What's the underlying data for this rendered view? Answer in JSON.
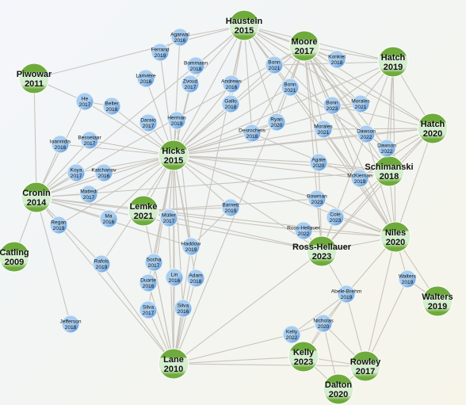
{
  "colors": {
    "edge": "#c9c4bd",
    "major_fill": "#d6eed0",
    "major_accent": "#6eab3c",
    "minor_fill": "#a9cdee",
    "minor_accent": "#4a8ad0",
    "label": "#111111"
  },
  "nodes": [
    {
      "id": "haustein2015",
      "label": [
        "Haustein",
        "2015"
      ],
      "kind": "major"
    },
    {
      "id": "moore2017",
      "label": [
        "Moore",
        "2017"
      ],
      "kind": "major"
    },
    {
      "id": "hatch2019",
      "label": [
        "Hatch",
        "2019"
      ],
      "kind": "major"
    },
    {
      "id": "hatch2020",
      "label": [
        "Hatch",
        "2020"
      ],
      "kind": "major"
    },
    {
      "id": "schimanski2018",
      "label": [
        "Schimanski",
        "2018"
      ],
      "kind": "major"
    },
    {
      "id": "niles2020",
      "label": [
        "Niles",
        "2020"
      ],
      "kind": "major"
    },
    {
      "id": "rosshellauer2023",
      "label": [
        "Ross-Hellauer",
        "2023"
      ],
      "kind": "major"
    },
    {
      "id": "hicks2015",
      "label": [
        "Hicks",
        "2015"
      ],
      "kind": "major"
    },
    {
      "id": "cronin2014",
      "label": [
        "Cronin",
        "2014"
      ],
      "kind": "major"
    },
    {
      "id": "piwowar2011",
      "label": [
        "Piwowar",
        "2011"
      ],
      "kind": "major"
    },
    {
      "id": "catling2009",
      "label": [
        "Catling",
        "2009"
      ],
      "kind": "major"
    },
    {
      "id": "lemke2021",
      "label": [
        "Lemke",
        "2021"
      ],
      "kind": "major"
    },
    {
      "id": "lane2010",
      "label": [
        "Lane",
        "2010"
      ],
      "kind": "major"
    },
    {
      "id": "kelly2023",
      "label": [
        "Kelly",
        "2023"
      ],
      "kind": "major"
    },
    {
      "id": "rowley2017",
      "label": [
        "Rowley",
        "2017"
      ],
      "kind": "major"
    },
    {
      "id": "dalton2020",
      "label": [
        "Dalton",
        "2020"
      ],
      "kind": "major"
    },
    {
      "id": "walters2019b",
      "label": [
        "Walters",
        "2019"
      ],
      "kind": "major"
    },
    {
      "id": "agarwal2016",
      "label": [
        "Agarwal",
        "2016"
      ],
      "kind": "minor"
    },
    {
      "id": "ferrand2019",
      "label": [
        "Ferrand",
        "2019"
      ],
      "kind": "minor"
    },
    {
      "id": "bommann2018",
      "label": [
        "Bommann",
        "2018"
      ],
      "kind": "minor"
    },
    {
      "id": "lariviere2016",
      "label": [
        "Larivière",
        "2016"
      ],
      "kind": "minor"
    },
    {
      "id": "zvoud2017",
      "label": [
        "Zvoud",
        "2017"
      ],
      "kind": "minor"
    },
    {
      "id": "andrews2016",
      "label": [
        "Andrews",
        "2016"
      ],
      "kind": "minor"
    },
    {
      "id": "bonn2021a",
      "label": [
        "Bonn",
        "2021"
      ],
      "kind": "minor"
    },
    {
      "id": "konkiel2018",
      "label": [
        "Konkiel",
        "2018"
      ],
      "kind": "minor"
    },
    {
      "id": "bonn2021b",
      "label": [
        "Bonn",
        "2021"
      ],
      "kind": "minor"
    },
    {
      "id": "he2017",
      "label": [
        "He",
        "2017"
      ],
      "kind": "minor"
    },
    {
      "id": "belter2018",
      "label": [
        "Belter",
        "2018"
      ],
      "kind": "minor"
    },
    {
      "id": "gallo2018",
      "label": [
        "Gallo",
        "2018"
      ],
      "kind": "minor"
    },
    {
      "id": "morales2021a",
      "label": [
        "Morales",
        "2021"
      ],
      "kind": "minor"
    },
    {
      "id": "bonn2023",
      "label": [
        "Bonn",
        "2023"
      ],
      "kind": "minor"
    },
    {
      "id": "daraio2017",
      "label": [
        "Daraio",
        "2017"
      ],
      "kind": "minor"
    },
    {
      "id": "herman2019",
      "label": [
        "Herman",
        "2019"
      ],
      "kind": "minor"
    },
    {
      "id": "ryan2020",
      "label": [
        "Ryan",
        "2020"
      ],
      "kind": "minor"
    },
    {
      "id": "morales2021b",
      "label": [
        "Morales",
        "2021"
      ],
      "kind": "minor"
    },
    {
      "id": "dawson2022a",
      "label": [
        "Dawson",
        "2022"
      ],
      "kind": "minor"
    },
    {
      "id": "desrochers2018",
      "label": [
        "Desrochers",
        "2018"
      ],
      "kind": "minor"
    },
    {
      "id": "dawson2022b",
      "label": [
        "Dawson",
        "2022"
      ],
      "kind": "minor"
    },
    {
      "id": "ioannidis2016",
      "label": [
        "Ioannidis",
        "2016"
      ],
      "kind": "minor"
    },
    {
      "id": "besselaar2017",
      "label": [
        "Besselaar",
        "2017"
      ],
      "kind": "minor"
    },
    {
      "id": "agate2020",
      "label": [
        "Agate",
        "2020"
      ],
      "kind": "minor"
    },
    {
      "id": "mckiernan2019",
      "label": [
        "McKiernan",
        "2019"
      ],
      "kind": "minor"
    },
    {
      "id": "koya2017",
      "label": [
        "Koya",
        "2017"
      ],
      "kind": "minor"
    },
    {
      "id": "katchanov2016",
      "label": [
        "Katchanov",
        "2016"
      ],
      "kind": "minor"
    },
    {
      "id": "mattedi2017",
      "label": [
        "Mattedi",
        "2017"
      ],
      "kind": "minor"
    },
    {
      "id": "bowman2023",
      "label": [
        "Bowman",
        "2023"
      ],
      "kind": "minor"
    },
    {
      "id": "barnett2019",
      "label": [
        "Barnett",
        "2019"
      ],
      "kind": "minor"
    },
    {
      "id": "regan2019",
      "label": [
        "Regan",
        "2019"
      ],
      "kind": "minor"
    },
    {
      "id": "ma2016",
      "label": [
        "Ma",
        "2016"
      ],
      "kind": "minor"
    },
    {
      "id": "muller2017",
      "label": [
        "Müller",
        "2017"
      ],
      "kind": "minor"
    },
    {
      "id": "cole2023",
      "label": [
        "Cole",
        "2023"
      ],
      "kind": "minor"
    },
    {
      "id": "rosshellauer2022",
      "label": [
        "Ross-Hellauer",
        "2022"
      ],
      "kind": "minor"
    },
    {
      "id": "haddow2019",
      "label": [
        "Haddow",
        "2019"
      ],
      "kind": "minor"
    },
    {
      "id": "rafols2019",
      "label": [
        "Rafols",
        "2019"
      ],
      "kind": "minor"
    },
    {
      "id": "socha2017",
      "label": [
        "Socha",
        "2017"
      ],
      "kind": "minor"
    },
    {
      "id": "lin2016",
      "label": [
        "Lin",
        "2016"
      ],
      "kind": "minor"
    },
    {
      "id": "adam2018",
      "label": [
        "Adam",
        "2018"
      ],
      "kind": "minor"
    },
    {
      "id": "duarte2016",
      "label": [
        "Duarte",
        "2016"
      ],
      "kind": "minor"
    },
    {
      "id": "walters2019a",
      "label": [
        "Walters",
        "2019"
      ],
      "kind": "minor"
    },
    {
      "id": "abelebrehm2019",
      "label": [
        "Abele-Brehm",
        "2019"
      ],
      "kind": "minor"
    },
    {
      "id": "silva2017",
      "label": [
        "Silva",
        "2017"
      ],
      "kind": "minor"
    },
    {
      "id": "silva2016",
      "label": [
        "Silva",
        "2016"
      ],
      "kind": "minor"
    },
    {
      "id": "nicholas2020",
      "label": [
        "Nicholas",
        "2020"
      ],
      "kind": "minor"
    },
    {
      "id": "jefferson2018",
      "label": [
        "Jefferson",
        "2018"
      ],
      "kind": "minor"
    },
    {
      "id": "kelly2022",
      "label": [
        "Kelly",
        "2022"
      ],
      "kind": "minor"
    }
  ],
  "edges": [
    [
      "hicks2015",
      "haustein2015"
    ],
    [
      "hicks2015",
      "moore2017"
    ],
    [
      "hicks2015",
      "hatch2019"
    ],
    [
      "hicks2015",
      "hatch2020"
    ],
    [
      "hicks2015",
      "schimanski2018"
    ],
    [
      "hicks2015",
      "niles2020"
    ],
    [
      "hicks2015",
      "rosshellauer2023"
    ],
    [
      "hicks2015",
      "cronin2014"
    ],
    [
      "hicks2015",
      "lane2010"
    ],
    [
      "hicks2015",
      "lemke2021"
    ],
    [
      "hicks2015",
      "he2017"
    ],
    [
      "hicks2015",
      "belter2018"
    ],
    [
      "hicks2015",
      "daraio2017"
    ],
    [
      "hicks2015",
      "herman2019"
    ],
    [
      "hicks2015",
      "ryan2020"
    ],
    [
      "hicks2015",
      "desrochers2018"
    ],
    [
      "hicks2015",
      "ioannidis2016"
    ],
    [
      "hicks2015",
      "besselaar2017"
    ],
    [
      "hicks2015",
      "koya2017"
    ],
    [
      "hicks2015",
      "katchanov2016"
    ],
    [
      "hicks2015",
      "mattedi2017"
    ],
    [
      "hicks2015",
      "barnett2019"
    ],
    [
      "hicks2015",
      "muller2017"
    ],
    [
      "hicks2015",
      "haddow2019"
    ],
    [
      "hicks2015",
      "socha2017"
    ],
    [
      "hicks2015",
      "lin2016"
    ],
    [
      "hicks2015",
      "adam2018"
    ],
    [
      "hicks2015",
      "duarte2016"
    ],
    [
      "hicks2015",
      "silva2017"
    ],
    [
      "hicks2015",
      "silva2016"
    ],
    [
      "hicks2015",
      "agarwal2016"
    ],
    [
      "hicks2015",
      "ferrand2019"
    ],
    [
      "hicks2015",
      "bommann2018"
    ],
    [
      "hicks2015",
      "lariviere2016"
    ],
    [
      "hicks2015",
      "zvoud2017"
    ],
    [
      "hicks2015",
      "andrews2016"
    ],
    [
      "hicks2015",
      "gallo2018"
    ],
    [
      "hicks2015",
      "bonn2021a"
    ],
    [
      "hicks2015",
      "bonn2021b"
    ],
    [
      "hicks2015",
      "morales2021a"
    ],
    [
      "hicks2015",
      "morales2021b"
    ],
    [
      "hicks2015",
      "dawson2022a"
    ],
    [
      "hicks2015",
      "mckiernan2019"
    ],
    [
      "hicks2015",
      "agate2020"
    ],
    [
      "hicks2015",
      "ma2016"
    ],
    [
      "hicks2015",
      "regan2019"
    ],
    [
      "hicks2015",
      "rafols2019"
    ],
    [
      "hicks2015",
      "bowman2023"
    ],
    [
      "haustein2015",
      "cronin2014"
    ],
    [
      "haustein2015",
      "piwowar2011"
    ],
    [
      "haustein2015",
      "moore2017"
    ],
    [
      "haustein2015",
      "hatch2019"
    ],
    [
      "haustein2015",
      "hatch2020"
    ],
    [
      "haustein2015",
      "schimanski2018"
    ],
    [
      "haustein2015",
      "niles2020"
    ],
    [
      "haustein2015",
      "lane2010"
    ],
    [
      "haustein2015",
      "agarwal2016"
    ],
    [
      "haustein2015",
      "bommann2018"
    ],
    [
      "haustein2015",
      "andrews2016"
    ],
    [
      "haustein2015",
      "gallo2018"
    ],
    [
      "haustein2015",
      "bonn2021a"
    ],
    [
      "haustein2015",
      "konkiel2018"
    ],
    [
      "haustein2015",
      "desrochers2018"
    ],
    [
      "haustein2015",
      "ryan2020"
    ],
    [
      "haustein2015",
      "zvoud2017"
    ],
    [
      "haustein2015",
      "mckiernan2019"
    ],
    [
      "haustein2015",
      "morales2021a"
    ],
    [
      "moore2017",
      "hatch2019"
    ],
    [
      "moore2017",
      "hatch2020"
    ],
    [
      "moore2017",
      "schimanski2018"
    ],
    [
      "moore2017",
      "niles2020"
    ],
    [
      "moore2017",
      "konkiel2018"
    ],
    [
      "moore2017",
      "bonn2021a"
    ],
    [
      "moore2017",
      "bonn2021b"
    ],
    [
      "moore2017",
      "morales2021a"
    ],
    [
      "moore2017",
      "bonn2023"
    ],
    [
      "moore2017",
      "dawson2022a"
    ],
    [
      "moore2017",
      "dawson2022b"
    ],
    [
      "moore2017",
      "morales2021b"
    ],
    [
      "moore2017",
      "mckiernan2019"
    ],
    [
      "moore2017",
      "cronin2014"
    ],
    [
      "moore2017",
      "lane2010"
    ],
    [
      "moore2017",
      "rosshellauer2023"
    ],
    [
      "moore2017",
      "ryan2020"
    ],
    [
      "moore2017",
      "desrochers2018"
    ],
    [
      "moore2017",
      "agate2020"
    ],
    [
      "hatch2019",
      "morales2021a"
    ],
    [
      "hatch2019",
      "dawson2022b"
    ],
    [
      "hatch2019",
      "hatch2020"
    ],
    [
      "hatch2019",
      "schimanski2018"
    ],
    [
      "hatch2019",
      "niles2020"
    ],
    [
      "hatch2019",
      "bonn2021a"
    ],
    [
      "hatch2019",
      "bonn2023"
    ],
    [
      "hatch2019",
      "rosshellauer2023"
    ],
    [
      "hatch2020",
      "dawson2022a"
    ],
    [
      "hatch2020",
      "dawson2022b"
    ],
    [
      "hatch2020",
      "schimanski2018"
    ],
    [
      "hatch2020",
      "niles2020"
    ],
    [
      "hatch2020",
      "mckiernan2019"
    ],
    [
      "hatch2020",
      "morales2021b"
    ],
    [
      "hatch2020",
      "rosshellauer2023"
    ],
    [
      "hatch2020",
      "bonn2023"
    ],
    [
      "schimanski2018",
      "niles2020"
    ],
    [
      "schimanski2018",
      "mckiernan2019"
    ],
    [
      "schimanski2018",
      "cronin2014"
    ],
    [
      "schimanski2018",
      "rosshellauer2023"
    ],
    [
      "schimanski2018",
      "dawson2022b"
    ],
    [
      "schimanski2018",
      "agate2020"
    ],
    [
      "schimanski2018",
      "cole2023"
    ],
    [
      "niles2020",
      "mckiernan2019"
    ],
    [
      "niles2020",
      "cronin2014"
    ],
    [
      "niles2020",
      "rosshellauer2023"
    ],
    [
      "niles2020",
      "walters2019a"
    ],
    [
      "niles2020",
      "rowley2017"
    ],
    [
      "niles2020",
      "abelebrehm2019"
    ],
    [
      "niles2020",
      "bowman2023"
    ],
    [
      "niles2020",
      "cole2023"
    ],
    [
      "niles2020",
      "rosshellauer2022"
    ],
    [
      "niles2020",
      "dawson2022a"
    ],
    [
      "niles2020",
      "morales2021b"
    ],
    [
      "rosshellauer2023",
      "cronin2014"
    ],
    [
      "rosshellauer2023",
      "lemke2021"
    ],
    [
      "rosshellauer2023",
      "rosshellauer2022"
    ],
    [
      "rosshellauer2023",
      "cole2023"
    ],
    [
      "rosshellauer2023",
      "bowman2023"
    ],
    [
      "rosshellauer2023",
      "agate2020"
    ],
    [
      "rosshellauer2023",
      "lane2010"
    ],
    [
      "cronin2014",
      "piwowar2011"
    ],
    [
      "cronin2014",
      "catling2009"
    ],
    [
      "cronin2014",
      "lane2010"
    ],
    [
      "cronin2014",
      "jefferson2018"
    ],
    [
      "cronin2014",
      "ioannidis2016"
    ],
    [
      "cronin2014",
      "besselaar2017"
    ],
    [
      "cronin2014",
      "koya2017"
    ],
    [
      "cronin2014",
      "katchanov2016"
    ],
    [
      "cronin2014",
      "mattedi2017"
    ],
    [
      "cronin2014",
      "regan2019"
    ],
    [
      "cronin2014",
      "ma2016"
    ],
    [
      "cronin2014",
      "lemke2021"
    ],
    [
      "cronin2014",
      "he2017"
    ],
    [
      "cronin2014",
      "haddow2019"
    ],
    [
      "cronin2014",
      "rafols2019"
    ],
    [
      "lane2010",
      "kelly2023"
    ],
    [
      "lane2010",
      "rowley2017"
    ],
    [
      "lane2010",
      "socha2017"
    ],
    [
      "lane2010",
      "duarte2016"
    ],
    [
      "lane2010",
      "silva2017"
    ],
    [
      "lane2010",
      "silva2016"
    ],
    [
      "lane2010",
      "lin2016"
    ],
    [
      "lane2010",
      "adam2018"
    ],
    [
      "lane2010",
      "rafols2019"
    ],
    [
      "lane2010",
      "muller2017"
    ],
    [
      "lane2010",
      "lemke2021"
    ],
    [
      "lane2010",
      "kelly2022"
    ],
    [
      "lane2010",
      "haddow2019"
    ],
    [
      "kelly2023",
      "rowley2017"
    ],
    [
      "kelly2023",
      "kelly2022"
    ],
    [
      "kelly2023",
      "nicholas2020"
    ],
    [
      "kelly2023",
      "dalton2020"
    ],
    [
      "kelly2023",
      "abelebrehm2019"
    ],
    [
      "rowley2017",
      "nicholas2020"
    ],
    [
      "rowley2017",
      "dalton2020"
    ],
    [
      "rowley2017",
      "abelebrehm2019"
    ],
    [
      "rowley2017",
      "walters2019a"
    ],
    [
      "walters2019b",
      "walters2019a"
    ],
    [
      "walters2019b",
      "niles2020"
    ],
    [
      "abelebrehm2019",
      "nicholas2020"
    ],
    [
      "abelebrehm2019",
      "kelly2022"
    ],
    [
      "abelebrehm2019",
      "rosshellauer2023"
    ],
    [
      "nicholas2020",
      "kelly2022"
    ],
    [
      "dalton2020",
      "nicholas2020"
    ],
    [
      "lemke2021",
      "muller2017"
    ],
    [
      "lemke2021",
      "barnett2019"
    ],
    [
      "lemke2021",
      "bowman2023"
    ],
    [
      "lemke2021",
      "rosshellauer2022"
    ],
    [
      "desrochers2018",
      "mckiernan2019"
    ],
    [
      "desrochers2018",
      "ryan2020"
    ],
    [
      "bonn2021b",
      "dawson2022a"
    ],
    [
      "bonn2021b",
      "morales2021b"
    ],
    [
      "bonn2023",
      "morales2021a"
    ],
    [
      "dawson2022a",
      "dawson2022b"
    ],
    [
      "ferrand2019",
      "agarwal2016"
    ],
    [
      "herman2019",
      "haddow2019"
    ],
    [
      "barnett2019",
      "haddow2019"
    ],
    [
      "belter2018",
      "he2017"
    ],
    [
      "mckiernan2019",
      "morales2021b"
    ],
    [
      "piwowar2011",
      "he2017"
    ]
  ]
}
